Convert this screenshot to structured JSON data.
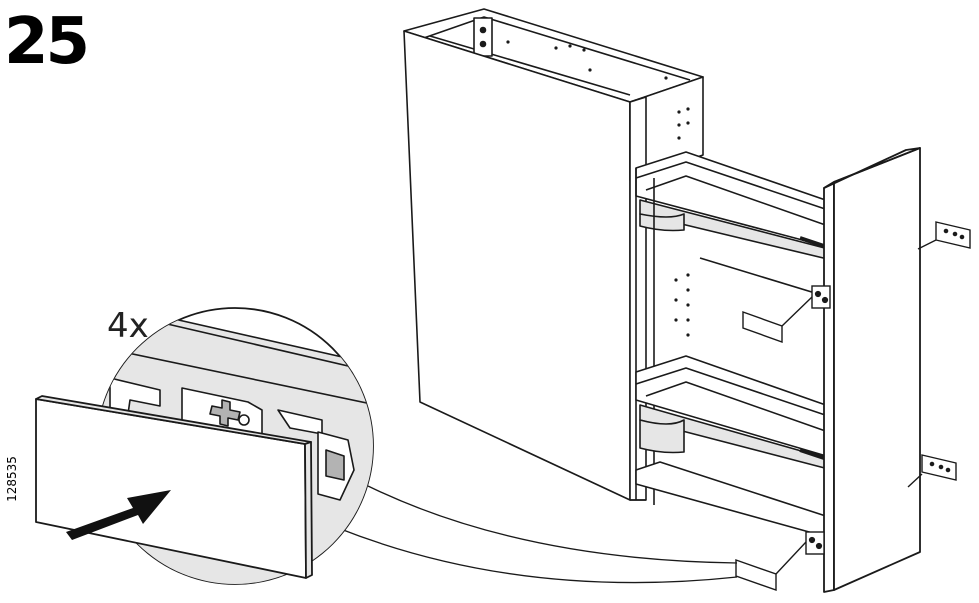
{
  "step": {
    "number": "25"
  },
  "detail": {
    "quantity": "4x"
  },
  "footer": {
    "article_number": "128535"
  },
  "colors": {
    "line": "#1a1a1a",
    "panel_fill": "#ffffff",
    "shade_fill": "#e6e6e6",
    "dark_shade_fill": "#b3b3b3"
  },
  "icons": {
    "arrow": "push-arrow-icon",
    "hinge": "hinge-plate-icon"
  }
}
